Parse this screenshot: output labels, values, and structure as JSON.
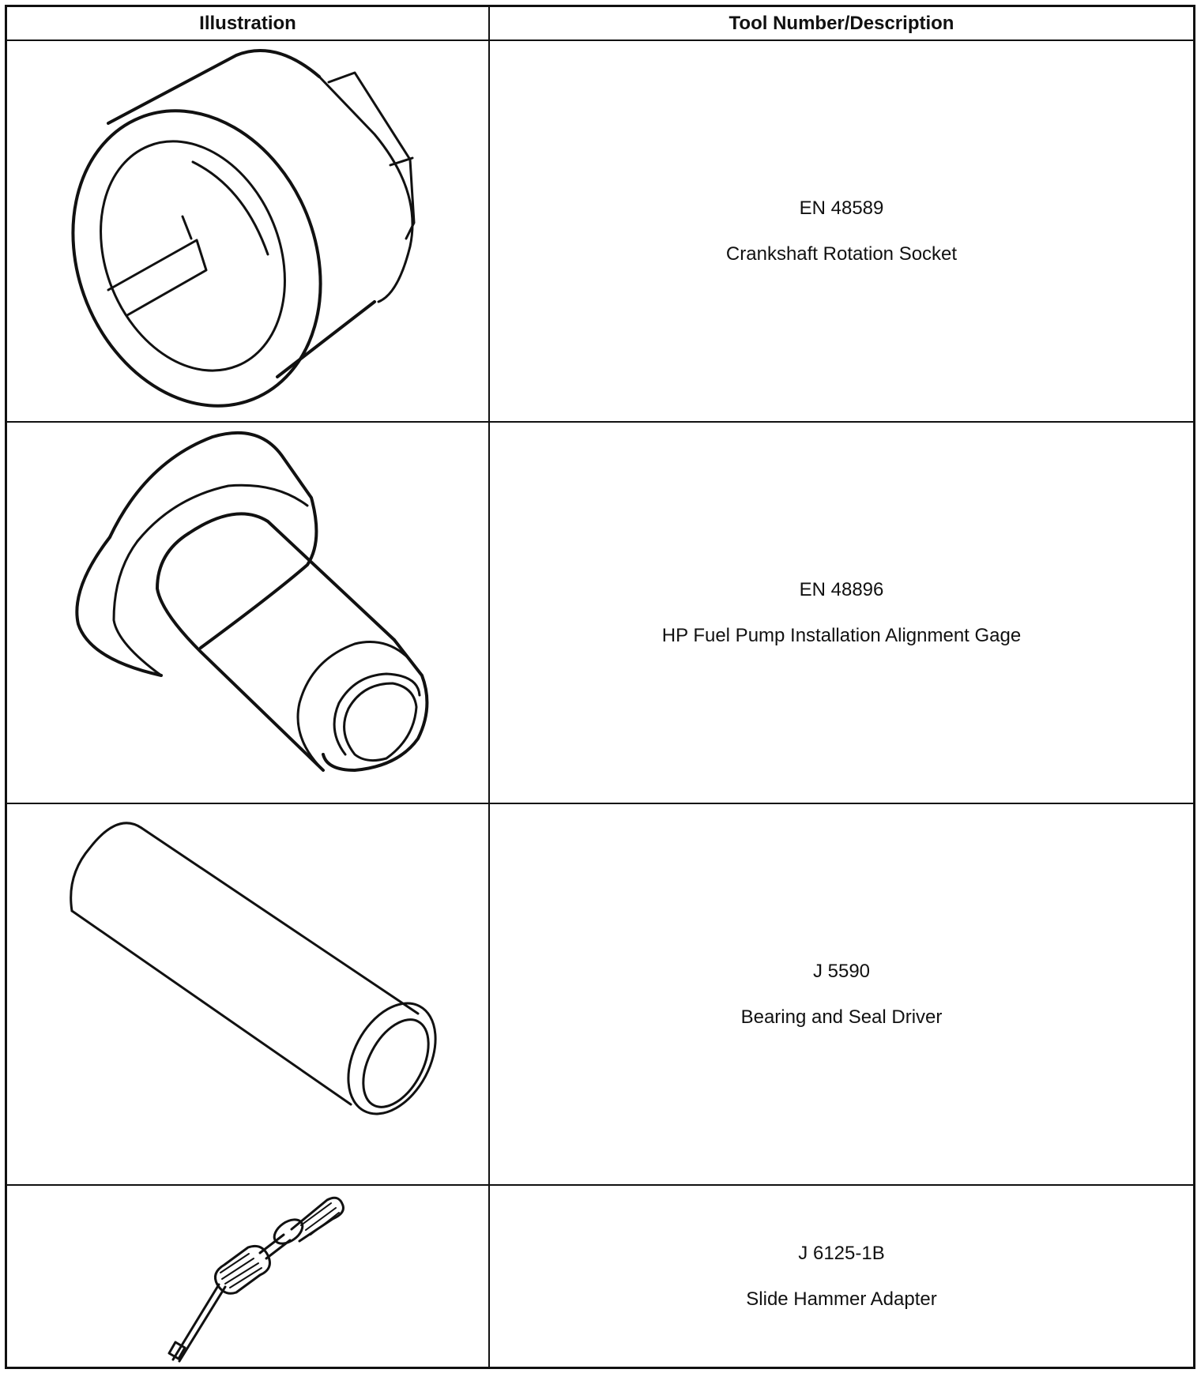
{
  "header": {
    "illustration": "Illustration",
    "description": "Tool Number/Description"
  },
  "rows": [
    {
      "number": "EN 48589",
      "description": "Crankshaft Rotation Socket",
      "illustration_icon": "crankshaft-rotation-socket-icon"
    },
    {
      "number": "EN 48896",
      "description": "HP Fuel Pump Installation Alignment Gage",
      "illustration_icon": "alignment-gage-icon"
    },
    {
      "number": "J 5590",
      "description": "Bearing and Seal Driver",
      "illustration_icon": "bearing-seal-driver-icon"
    },
    {
      "number": "J 6125-1B",
      "description": "Slide Hammer Adapter",
      "illustration_icon": "slide-hammer-adapter-icon"
    }
  ]
}
